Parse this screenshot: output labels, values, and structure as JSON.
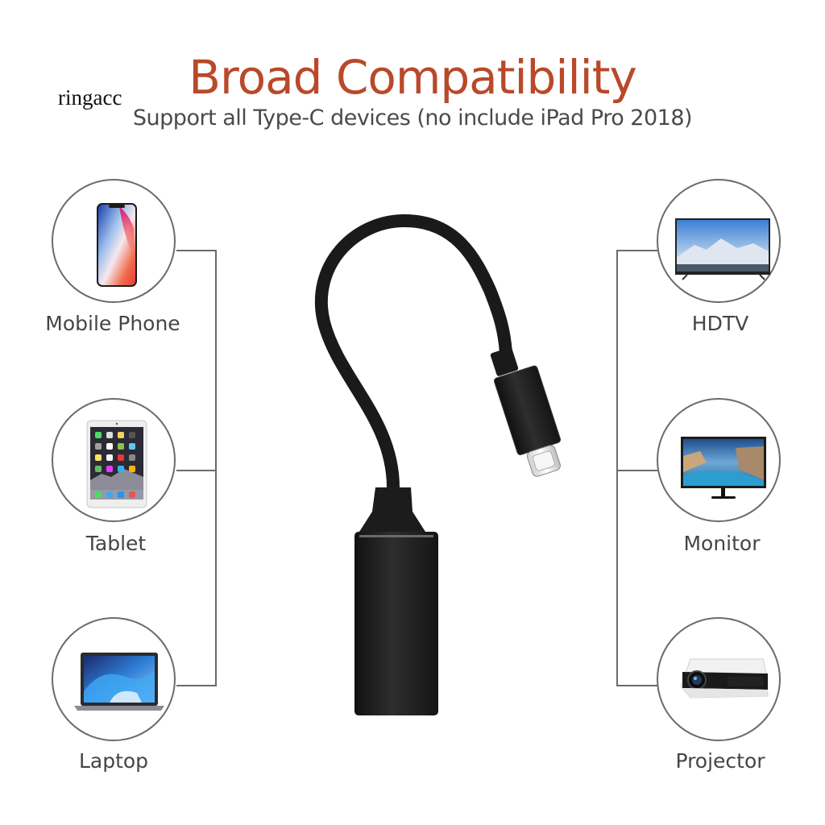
{
  "watermark": "ringacc",
  "header": {
    "title": "Broad Compatibility",
    "subtitle": "Support all Type-C devices (no include iPad Pro 2018)"
  },
  "colors": {
    "title": "#b9492a",
    "subtitle": "#4a4a4a",
    "lines": "#6b6b6b",
    "cable": "#1e1e1e"
  },
  "left_devices": [
    {
      "label": "Mobile Phone",
      "icon": "smartphone-icon"
    },
    {
      "label": "Tablet",
      "icon": "tablet-icon"
    },
    {
      "label": "Laptop",
      "icon": "laptop-icon"
    }
  ],
  "right_devices": [
    {
      "label": "HDTV",
      "icon": "tv-icon"
    },
    {
      "label": "Monitor",
      "icon": "monitor-icon"
    },
    {
      "label": "Projector",
      "icon": "projector-icon"
    }
  ],
  "product": {
    "name": "usb-c-to-hdmi-adapter"
  }
}
